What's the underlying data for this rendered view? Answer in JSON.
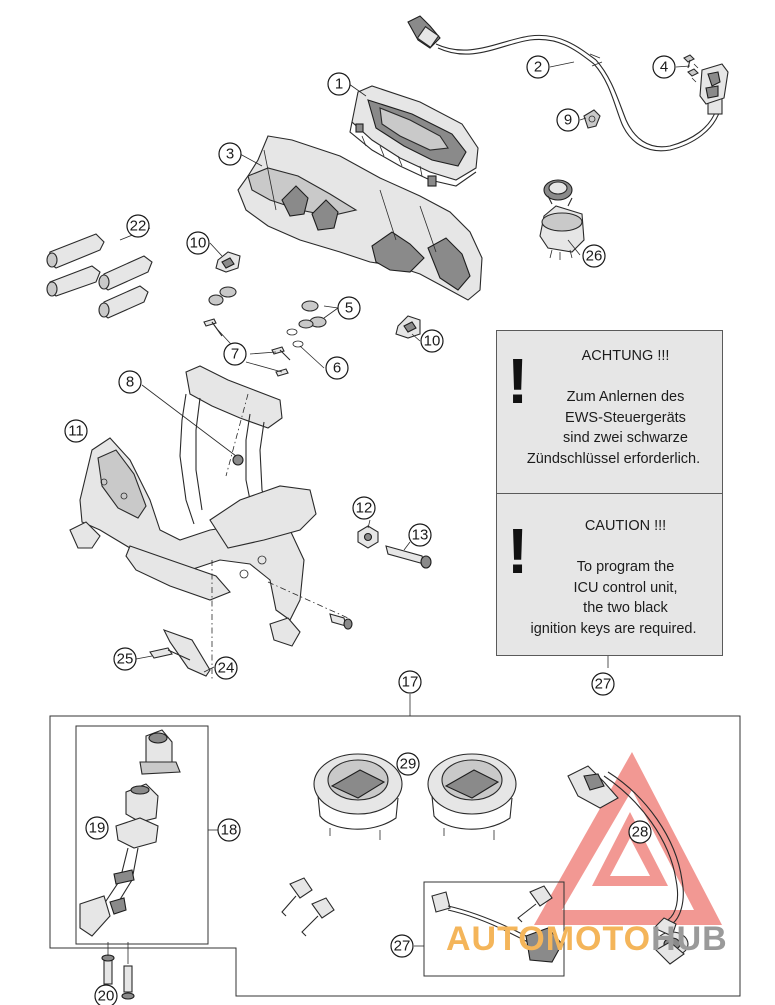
{
  "callouts": [
    "1",
    "2",
    "3",
    "4",
    "5",
    "6",
    "7",
    "8",
    "9",
    "10",
    "10",
    "11",
    "12",
    "13",
    "17",
    "18",
    "19",
    "20",
    "22",
    "24",
    "25",
    "26",
    "27",
    "27",
    "28",
    "29"
  ],
  "notice": {
    "de": {
      "heading": "ACHTUNG !!!",
      "lines": [
        "Zum Anlernen des",
        "EWS-Steuergeräts",
        "sind zwei schwarze",
        "Zündschlüssel erforderlich."
      ]
    },
    "en": {
      "heading": "CAUTION !!!",
      "lines": [
        "To program the",
        "ICU control unit,",
        "the two black",
        "ignition keys are required."
      ]
    },
    "icon": "exclamation-icon",
    "glyph": "!"
  },
  "watermark": {
    "part1": "AUTOMOTO",
    "part2": "HUB",
    "color1": "#f4b55a",
    "color2": "#9a9a9a"
  },
  "colors": {
    "background": "#ffffff",
    "notice_bg": "#e6e6e6",
    "line": "#2a2a2a",
    "logo_red": "#e8453c"
  }
}
